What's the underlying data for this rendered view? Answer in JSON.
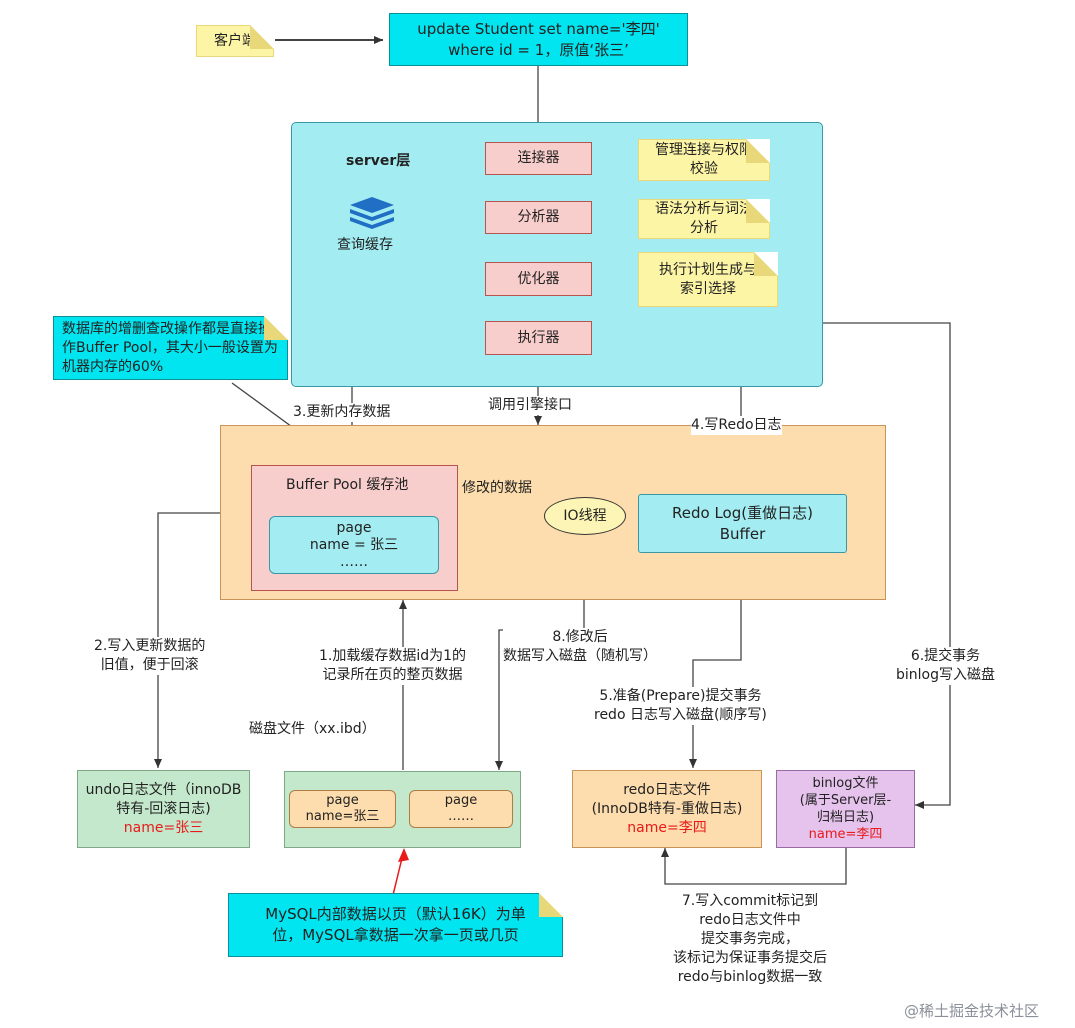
{
  "client": "客户端",
  "sql": [
    "update Student set name='李四'",
    "where id = 1，原值‘张三’"
  ],
  "server": {
    "title": "server层",
    "query_cache": "查询缓存",
    "connector": "连接器",
    "analyzer": "分析器",
    "optimizer": "优化器",
    "executor": "执行器",
    "notes": [
      "管理连接与权限校验",
      "语法分析与词法分析",
      "执行计划生成与索引选择"
    ]
  },
  "buffer_note": "数据库的增删查改操作都是直接操作Buffer Pool，其大小一般设置为机器内存的60%",
  "engine": {
    "buffer_pool": "Buffer Pool 缓存池",
    "page": [
      "page",
      "name = 张三",
      "……"
    ],
    "io_thread": "IO线程",
    "modified": "修改的数据",
    "redo_buffer": [
      "Redo Log(重做日志)",
      "Buffer"
    ]
  },
  "labels": {
    "update_mem": "3.更新内存数据",
    "call_engine": "调用引擎接口",
    "write_redo": "4.写Redo日志",
    "write_old": [
      "2.写入更新数据的",
      "旧值，便于回滚"
    ],
    "load_cache": [
      "1.加载缓存数据id为1的",
      "记录所在页的整页数据"
    ],
    "after_modify": [
      "8.修改后",
      "数据写入磁盘（随机写）"
    ],
    "commit_tx": [
      "6.提交事务",
      "binlog写入磁盘"
    ],
    "prepare": [
      "5.准备(Prepare)提交事务",
      "redo 日志写入磁盘(顺序写)"
    ],
    "disk_file": "磁盘文件（xx.ibd）",
    "commit_mark": [
      "7.写入commit标记到",
      "redo日志文件中",
      "提交事务完成，",
      "该标记为保证事务提交后",
      "redo与binlog数据一致"
    ]
  },
  "undo": [
    "undo日志文件（innoDB",
    "特有-回滚日志)",
    "name=张三"
  ],
  "disk_pages": [
    [
      "page",
      "name=张三"
    ],
    [
      "page",
      "……"
    ]
  ],
  "redo_file": [
    "redo日志文件",
    "(InnoDB特有-重做日志)",
    "name=李四"
  ],
  "binlog": [
    "binlog文件",
    "(属于Server层-",
    "归档日志)",
    "name=李四"
  ],
  "mysql_note": [
    "MySQL内部数据以页（默认16K）为单",
    "位，MySQL拿数据一次拿一页或几页"
  ],
  "watermark": "@稀土掘金技术社区",
  "colors": {
    "cyan": "#00e5f0",
    "server_bg": "#a3edf2",
    "engine_bg": "#fddcad",
    "pink": "#f8cecc",
    "note": "#fdf5a6",
    "red": "#e81a1a"
  }
}
